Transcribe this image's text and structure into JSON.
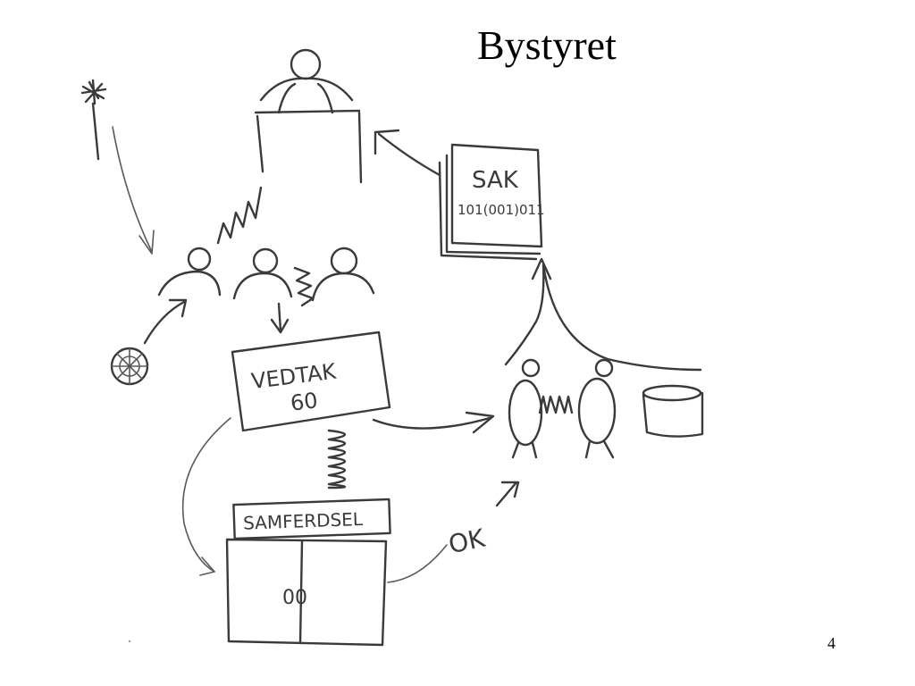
{
  "slide": {
    "title": "Bystyret",
    "page_number": "4"
  },
  "sketch": {
    "document_title": "SAK",
    "document_code": "101(001)011",
    "decision_line1": "VEDTAK",
    "decision_line2": "60",
    "department_sign": "SAMFERDSEL",
    "cabinet_label": "00",
    "approval": "OK"
  }
}
